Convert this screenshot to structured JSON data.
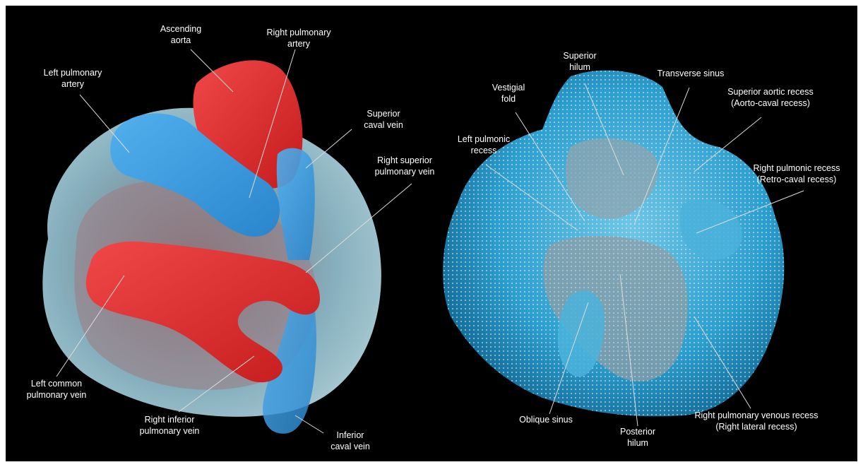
{
  "left_panel": {
    "labels": {
      "ascending_aorta": [
        "Ascending",
        "aorta"
      ],
      "right_pulmonary_artery": [
        "Right pulmonary",
        "artery"
      ],
      "left_pulmonary_artery": [
        "Left pulmonary",
        "artery"
      ],
      "superior_caval_vein": [
        "Superior",
        "caval vein"
      ],
      "right_superior_pulmonary_vein": [
        "Right superior",
        "pulmonary vein"
      ],
      "left_common_pulmonary_vein": [
        "Left common",
        "pulmonary vein"
      ],
      "right_inferior_pulmonary_vein": [
        "Right inferior",
        "pulmonary vein"
      ],
      "inferior_caval_vein": [
        "Inferior",
        "caval vein"
      ]
    }
  },
  "right_panel": {
    "labels": {
      "superior_hilum": [
        "Superior",
        "hilum"
      ],
      "transverse_sinus": [
        "Transverse sinus"
      ],
      "vestigial_fold": [
        "Vestigial",
        "fold"
      ],
      "superior_aortic_recess": [
        "Superior aortic recess",
        "(Aorto-caval recess)"
      ],
      "left_pulmonic_recess": [
        "Left pulmonic",
        "recess"
      ],
      "right_pulmonic_recess": [
        "Right pulmonic recess",
        "(Retro-caval recess)"
      ],
      "oblique_sinus": [
        "Oblique sinus"
      ],
      "posterior_hilum": [
        "Posterior",
        "hilum"
      ],
      "right_pulmonary_venous_recess": [
        "Right pulmonary venous recess",
        "(Right lateral recess)"
      ]
    }
  },
  "colors": {
    "background": "#000000",
    "artery_red": "#e02a2a",
    "vein_blue": "#3a9be0",
    "pericardium_light_blue": "#a8dcec",
    "mesh_cyan": "#2fa6d4"
  }
}
